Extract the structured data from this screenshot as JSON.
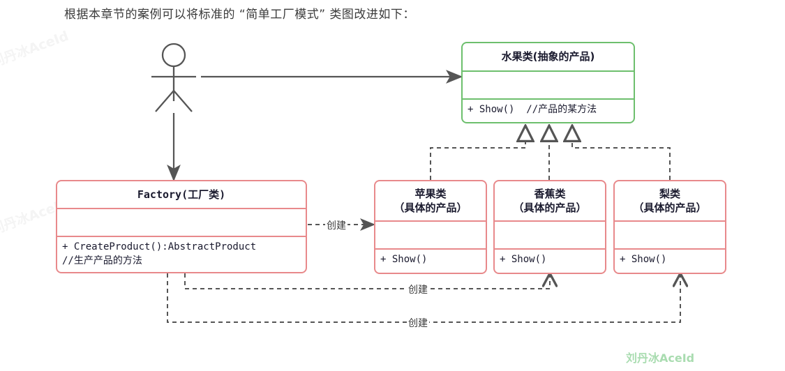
{
  "caption": "根据本章节的案例可以将标准的 “简单工厂模式” 类图改进如下：",
  "actor": {
    "name": "actor-stick-figure"
  },
  "classes": {
    "abstract_product": {
      "title": "水果类(抽象的产品)",
      "attributes": "",
      "operations": "+ Show()  //产品的某方法"
    },
    "factory": {
      "title": "Factory(工厂类)",
      "attributes": "",
      "operations": "+ CreateProduct():AbstractProduct\n//生产产品的方法"
    },
    "apple": {
      "title_line1": "苹果类",
      "title_line2": "（具体的产品）",
      "attributes": "",
      "operations": "+ Show()"
    },
    "banana": {
      "title_line1": "香蕉类",
      "title_line2": "（具体的产品）",
      "attributes": "",
      "operations": "+ Show()"
    },
    "pear": {
      "title_line1": "梨类",
      "title_line2": "（具体的产品）",
      "attributes": "",
      "operations": "+ Show()"
    }
  },
  "edges": {
    "create_apple_label": "创建",
    "create_banana_label": "创建",
    "create_pear_label": "创建"
  },
  "watermarks": {
    "brand": "刘丹冰AceId",
    "ghost1": "刘丹冰AceId",
    "ghost2": "刘丹冰AceId"
  },
  "colors": {
    "green_border": "#6dbf6d",
    "pink_border": "#e8898b",
    "wire": "#555555",
    "text": "#1a1a2e",
    "brand_green": "#a9dcb0"
  }
}
